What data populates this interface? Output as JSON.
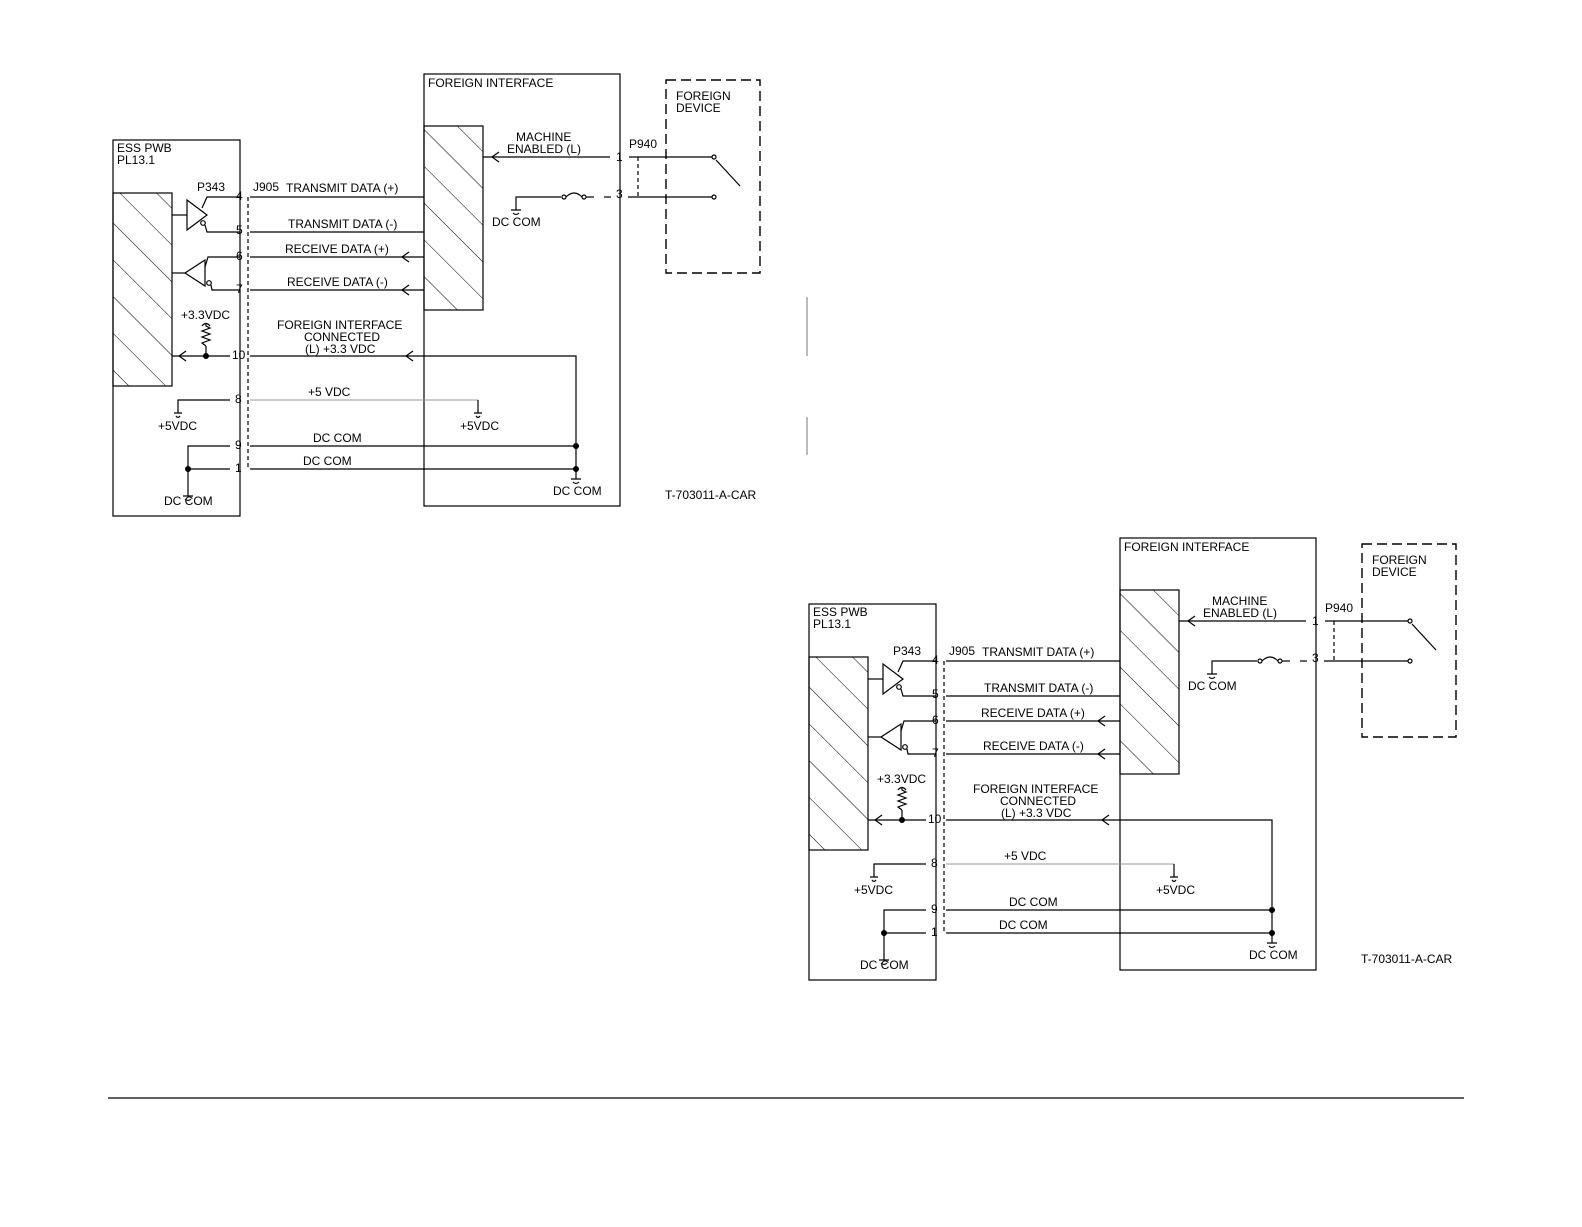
{
  "diagram": {
    "boxes": {
      "ess_pwb_line1": "ESS PWB",
      "ess_pwb_line2": "PL13.1",
      "foreign_interface": "FOREIGN INTERFACE",
      "foreign_device_line1": "FOREIGN",
      "foreign_device_line2": "DEVICE"
    },
    "connectors": {
      "ess_plug": "P343",
      "ess_jack": "J905",
      "device_plug": "P940"
    },
    "pins": {
      "p4": "4",
      "p5": "5",
      "p6": "6",
      "p7": "7",
      "p10": "10",
      "p8": "8",
      "p9": "9",
      "p1": "1",
      "dev1": "1",
      "dev3": "3"
    },
    "signals": {
      "tx_plus": "TRANSMIT DATA (+)",
      "tx_minus": "TRANSMIT DATA (-)",
      "rx_plus": "RECEIVE DATA (+)",
      "rx_minus": "RECEIVE DATA (-)",
      "fi_line1": "FOREIGN INTERFACE",
      "fi_line2": "CONNECTED",
      "fi_line3": "(L) +3.3 VDC",
      "plus5": "+5 VDC",
      "dccom9": "DC COM",
      "dccom1": "DC COM",
      "machine_line1": "MACHINE",
      "machine_line2": "ENABLED (L)"
    },
    "grounds": {
      "plus33": "+3.3VDC",
      "plus5_left": "+5VDC",
      "plus5_right": "+5VDC",
      "dccom_left": "DC COM",
      "dccom_right": "DC COM",
      "dccom_device": "DC COM"
    },
    "figure_id": "T-703011-A-CAR"
  }
}
